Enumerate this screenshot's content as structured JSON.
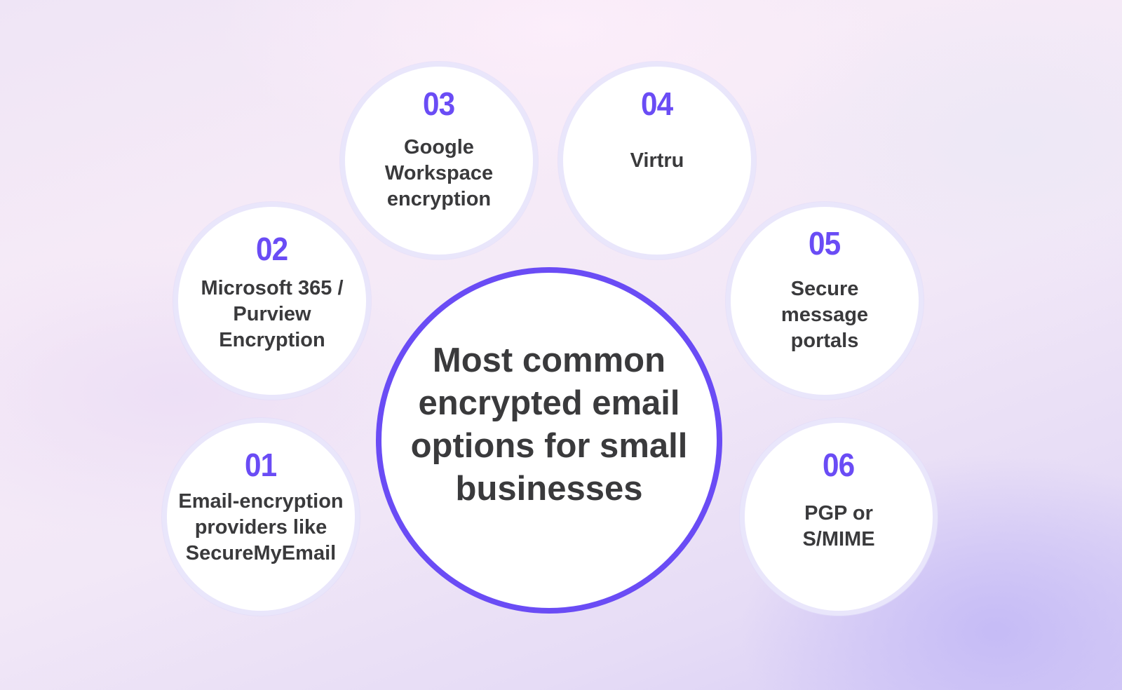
{
  "diagram": {
    "type": "hub-and-spoke",
    "center": {
      "title": "Most common\nencrypted email\noptions for small\nbusinesses"
    },
    "accent_color": "#6a4cf5",
    "text_color": "#3a3a3c",
    "ring_color": "#e9e6fb",
    "items": [
      {
        "number": "01",
        "label": "Email-encryption\nproviders like\nSecureMyEmail"
      },
      {
        "number": "02",
        "label": "Microsoft 365 /\nPurview\nEncryption"
      },
      {
        "number": "03",
        "label": "Google\nWorkspace\nencryption"
      },
      {
        "number": "04",
        "label": "Virtru"
      },
      {
        "number": "05",
        "label": "Secure\nmessage\nportals"
      },
      {
        "number": "06",
        "label": "PGP or\nS/MIME"
      }
    ]
  }
}
